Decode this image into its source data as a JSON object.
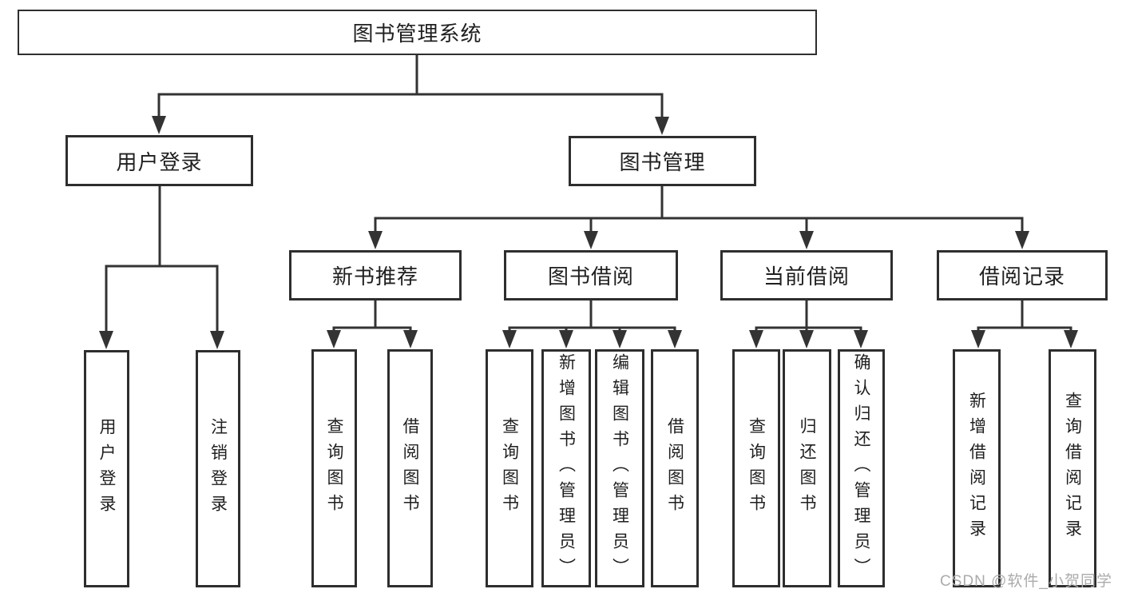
{
  "colors": {
    "line": "#333333",
    "box_border": "#2e2e2e",
    "text": "#1f1f1f",
    "watermark": "#ababab",
    "background": "#ffffff"
  },
  "watermark": "CSDN @软件_小贺同学",
  "diagram": {
    "type": "hierarchy-tree",
    "root": {
      "label": "图书管理系统",
      "children": [
        {
          "label": "用户登录",
          "children": [
            {
              "label": "用户登录"
            },
            {
              "label": "注销登录"
            }
          ]
        },
        {
          "label": "图书管理",
          "children": [
            {
              "label": "新书推荐",
              "children": [
                {
                  "label": "查询图书"
                },
                {
                  "label": "借阅图书"
                }
              ]
            },
            {
              "label": "图书借阅",
              "children": [
                {
                  "label": "查询图书"
                },
                {
                  "label": "新增图书（管理员）"
                },
                {
                  "label": "编辑图书（管理员）"
                },
                {
                  "label": "借阅图书"
                }
              ]
            },
            {
              "label": "当前借阅",
              "children": [
                {
                  "label": "查询图书"
                },
                {
                  "label": "归还图书"
                },
                {
                  "label": "确认归还（管理员）"
                }
              ]
            },
            {
              "label": "借阅记录",
              "children": [
                {
                  "label": "新增借阅记录"
                },
                {
                  "label": "查询借阅记录"
                }
              ]
            }
          ]
        }
      ]
    }
  }
}
